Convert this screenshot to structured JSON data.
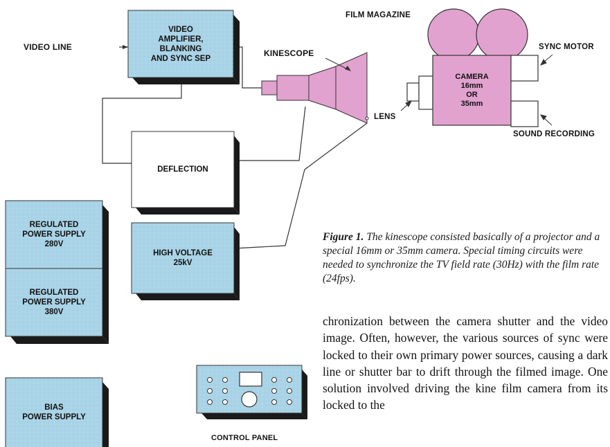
{
  "labels": {
    "video_line": "VIDEO LINE",
    "video_amp": "VIDEO\nAMPLIFIER,\nBLANKING\nAND SYNC SEP",
    "kinescope": "KINESCOPE",
    "deflection": "DEFLECTION",
    "high_voltage": "HIGH VOLTAGE\n25kV",
    "regulated_280": "REGULATED\nPOWER SUPPLY\n280V",
    "regulated_380": "REGULATED\nPOWER SUPPLY\n380V",
    "bias": "BIAS\nPOWER SUPPLY",
    "control_panel": "CONTROL PANEL",
    "film_magazine": "FILM MAGAZINE",
    "sync_motor": "SYNC MOTOR",
    "camera": "CAMERA\n16mm\nOR\n35mm",
    "lens": "LENS",
    "sound_recording": "SOUND RECORDING"
  },
  "caption": {
    "figure": "Figure 1.",
    "text": "The kinescope consisted basically of a projector and a special 16mm or 35mm camera. Special timing circuits were needed to synchronize the TV field rate (30Hz) with the film rate (24fps)."
  },
  "body_text": "chronization between the camera shutter and the video image. Often, however, the various sources of sync were locked to their own primary power sources, causing a dark line or shutter bar to drift through the filmed image. One solution involved driving the kine film camera from its locked to the",
  "colors": {
    "blue": "#a9d3e6",
    "pink": "#e1a2cf",
    "white": "#ffffff",
    "ink": "#1a1a1a"
  }
}
